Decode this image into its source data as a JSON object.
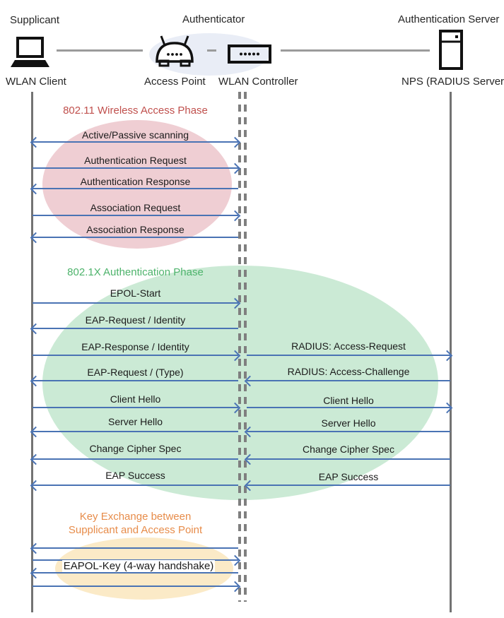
{
  "header": {
    "roles": [
      {
        "label": "Supplicant"
      },
      {
        "label": "Authenticator"
      },
      {
        "label": "Authentication Server"
      }
    ],
    "actors": [
      {
        "label": "WLAN Client",
        "icon": "laptop-icon"
      },
      {
        "label": "Access Point",
        "icon": "access-point-icon"
      },
      {
        "label": "WLAN Controller",
        "icon": "wlan-controller-icon"
      },
      {
        "label": "NPS (RADIUS Server)",
        "icon": "server-icon"
      }
    ]
  },
  "colors": {
    "arrow": "#4a73b4",
    "lifeline": "#737373",
    "phase1_text": "#c0504d",
    "phase1_fill": "#efced3",
    "phase2_text": "#4db36b",
    "phase2_fill": "#cbead5",
    "phase3_text": "#e78c4a",
    "phase3_fill": "#fbeac7",
    "authenticator_fill": "#e9edf6"
  },
  "phases": [
    {
      "title": "802.11 Wireless Access Phase",
      "messages": [
        {
          "label": "Active/Passive scanning",
          "from": "WLAN Client",
          "to": "WLAN Controller",
          "direction": "both"
        },
        {
          "label": "Authentication Request",
          "from": "WLAN Client",
          "to": "WLAN Controller",
          "direction": "right"
        },
        {
          "label": "Authentication Response",
          "from": "WLAN Controller",
          "to": "WLAN Client",
          "direction": "left"
        },
        {
          "label": "Association Request",
          "from": "WLAN Client",
          "to": "WLAN Controller",
          "direction": "right"
        },
        {
          "label": "Association Response",
          "from": "WLAN Controller",
          "to": "WLAN Client",
          "direction": "left"
        }
      ]
    },
    {
      "title": "802.1X Authentication Phase",
      "messages": [
        {
          "label": "EPOL-Start",
          "from": "WLAN Client",
          "to": "WLAN Controller",
          "direction": "right"
        },
        {
          "label": "EAP-Request / Identity",
          "from": "WLAN Controller",
          "to": "WLAN Client",
          "direction": "left"
        },
        {
          "label": "EAP-Response / Identity",
          "from": "WLAN Client",
          "to": "WLAN Controller",
          "direction": "right"
        },
        {
          "label": "EAP-Request / (Type)",
          "from": "WLAN Controller",
          "to": "WLAN Client",
          "direction": "left"
        },
        {
          "label": "Client Hello",
          "from": "WLAN Client",
          "to": "WLAN Controller",
          "direction": "right"
        },
        {
          "label": "Server Hello",
          "from": "WLAN Controller",
          "to": "WLAN Client",
          "direction": "left"
        },
        {
          "label": "Change Cipher Spec",
          "from": "WLAN Controller",
          "to": "WLAN Client",
          "direction": "left"
        },
        {
          "label": "EAP Success",
          "from": "WLAN Controller",
          "to": "WLAN Client",
          "direction": "left"
        },
        {
          "label": "RADIUS: Access-Request",
          "from": "WLAN Controller",
          "to": "NPS (RADIUS Server)",
          "direction": "right"
        },
        {
          "label": "RADIUS: Access-Challenge",
          "from": "NPS (RADIUS Server)",
          "to": "WLAN Controller",
          "direction": "left"
        },
        {
          "label": "Client Hello",
          "from": "WLAN Controller",
          "to": "NPS (RADIUS Server)",
          "direction": "right"
        },
        {
          "label": "Server Hello",
          "from": "NPS (RADIUS Server)",
          "to": "WLAN Controller",
          "direction": "left"
        },
        {
          "label": "Change Cipher Spec",
          "from": "NPS (RADIUS Server)",
          "to": "WLAN Controller",
          "direction": "left"
        },
        {
          "label": "EAP Success",
          "from": "NPS (RADIUS Server)",
          "to": "WLAN Controller",
          "direction": "left"
        }
      ]
    },
    {
      "title_lines": [
        "Key Exchange between",
        "Supplicant and Access Point"
      ],
      "messages": [
        {
          "label": "",
          "from": "WLAN Controller",
          "to": "WLAN Client",
          "direction": "left"
        },
        {
          "label": "",
          "from": "WLAN Client",
          "to": "WLAN Controller",
          "direction": "right"
        },
        {
          "label": "EAPOL-Key (4-way handshake)",
          "from": "WLAN Controller",
          "to": "WLAN Client",
          "direction": "left"
        },
        {
          "label": "",
          "from": "WLAN Client",
          "to": "WLAN Controller",
          "direction": "right"
        }
      ]
    }
  ]
}
